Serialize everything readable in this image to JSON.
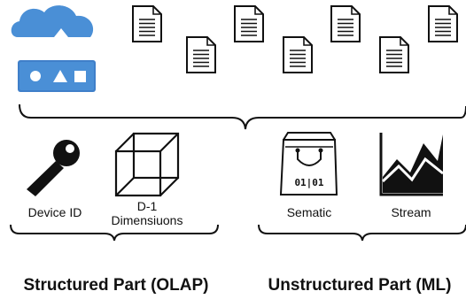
{
  "labels": {
    "device_id": "Device ID",
    "dimension_line1": "D-1",
    "dimension_line2": "Dimensiuons",
    "sematic": "Sematic",
    "stream": "Stream",
    "sematic_icon_text": "01|01",
    "structured": "Structured Part (OLAP)",
    "unstructured": "Unstructured Part (ML)"
  },
  "icons": {
    "cloud": "cloud-device-icon",
    "document": "document-icon",
    "key": "key-icon",
    "cube": "wireframe-cube-icon",
    "bag": "shopping-bag-icon",
    "stream": "area-chart-icon"
  },
  "colors": {
    "cloud_blue": "#4a8fd6",
    "device_blue": "#3f7fc9",
    "ink": "#111111"
  }
}
